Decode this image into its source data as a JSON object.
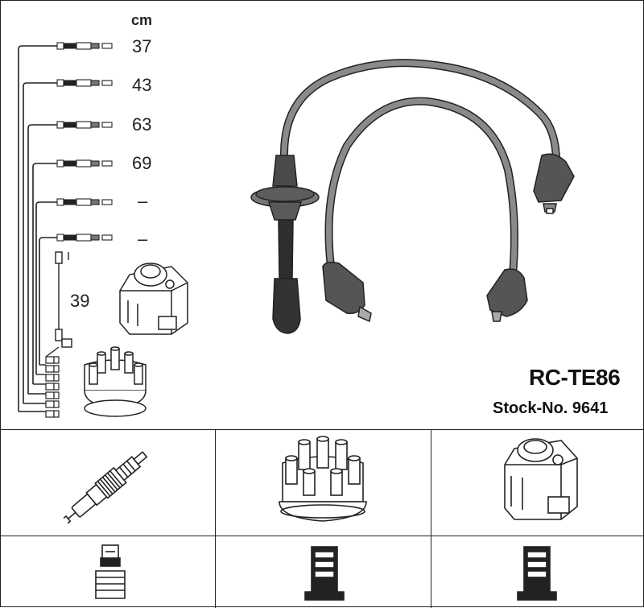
{
  "header": {
    "unit_label": "cm"
  },
  "wire_lengths": [
    "37",
    "43",
    "63",
    "69",
    "–",
    "–"
  ],
  "coil_lead_length": "39",
  "product": {
    "code": "RC-TE86",
    "stock": "Stock-No. 9641"
  },
  "icons": {
    "cable_set": "ignition-cable-set-icon",
    "spark_plug": "spark-plug-icon",
    "distributor_cap": "distributor-cap-icon",
    "ignition_coil": "ignition-coil-icon",
    "plug_connector": "spark-plug-terminal-icon",
    "dist_terminal": "distributor-terminal-icon",
    "coil_terminal": "coil-terminal-icon"
  },
  "colors": {
    "line": "#222222",
    "cable_fill": "#888888",
    "boot_fill": "#555555"
  }
}
